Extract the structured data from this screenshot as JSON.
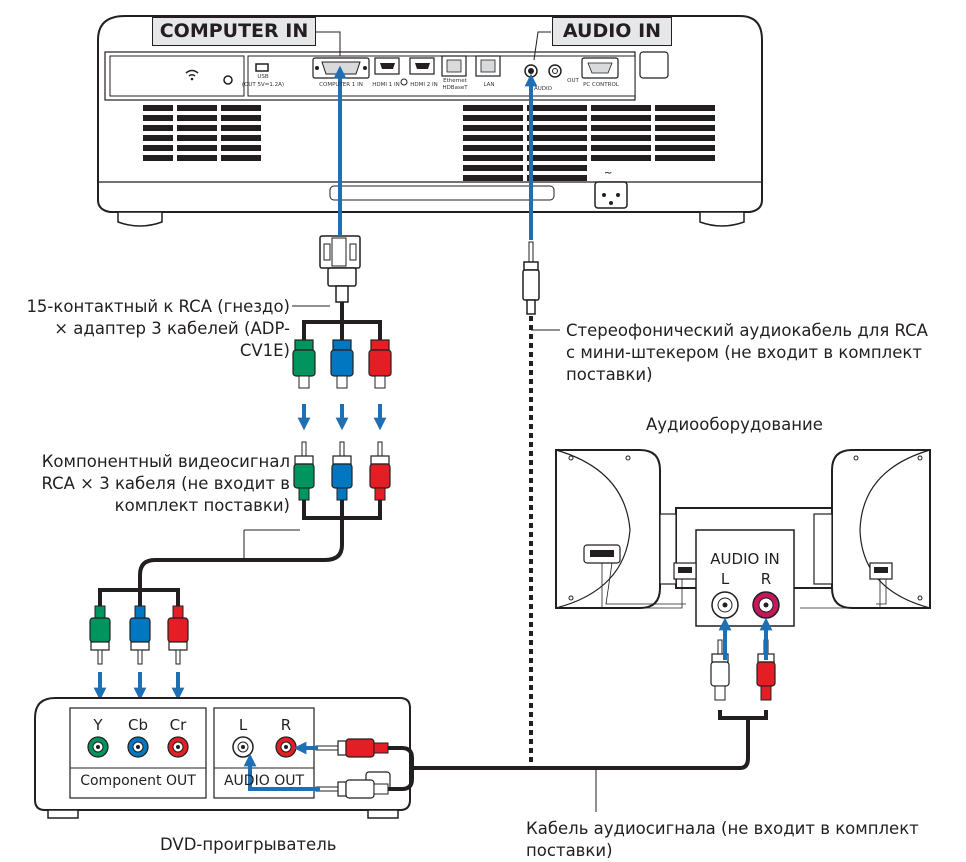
{
  "colors": {
    "arrow": "#1f6fb5",
    "green_plug": "#00945e",
    "blue_plug": "#0077c0",
    "red_plug": "#e31e24",
    "white_plug": "#ffffff",
    "cable": "#231f20",
    "tag_bg": "#e6e7e8"
  },
  "projector": {
    "computer_in_tag": "COMPUTER IN",
    "audio_in_tag": "AUDIO IN",
    "ports": {
      "usb": "USB",
      "usb_sub": "(OUT 5V=1.2A)",
      "computer_in": "COMPUTER 1 IN",
      "hdmi1": "HDMI 1 IN",
      "hdmi2": "HDMI 2 IN",
      "ethernet": "Ethernet",
      "ethernet_sub": "HDBaseT",
      "lan": "LAN",
      "audio": "AUDIO",
      "out": "OUT",
      "pc_control": "PC CONTROL"
    }
  },
  "labels": {
    "adapter": [
      "15-контактный к RCA (гнездо)",
      "× адаптер 3 кабелей (ADP-",
      "CV1E)"
    ],
    "stereo_cable": [
      "Стереофонический аудиокабель для RCA",
      "с мини-штекером (не входит в комплект",
      "поставки)"
    ],
    "audio_equipment": "Аудиооборудование",
    "component_cable": [
      "Компонентный видеосигнал",
      "RCA × 3 кабеля (не входит в",
      "комплект поставки)"
    ],
    "dvd_player": "DVD-проигрыватель",
    "audio_cable": [
      "Кабель аудиосигнала (не входит в комплект",
      "поставки)"
    ]
  },
  "audio_equipment_panel": {
    "title": "AUDIO IN",
    "left": "L",
    "right": "R"
  },
  "dvd_panel": {
    "y": "Y",
    "cb": "Cb",
    "cr": "Cr",
    "component_out": "Component OUT",
    "l": "L",
    "r": "R",
    "audio_out": "AUDIO OUT"
  }
}
